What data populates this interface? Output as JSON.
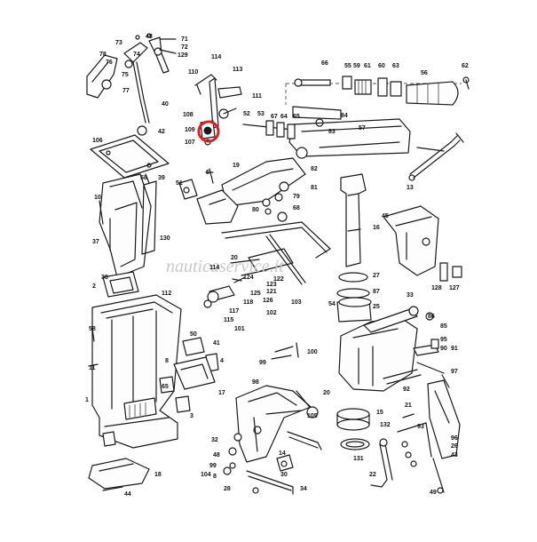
{
  "watermark": "nauticaservice.it",
  "highlight": {
    "part": "109",
    "color": "#e02020"
  },
  "labels": [
    "48",
    "71",
    "72",
    "129",
    "73",
    "78",
    "76",
    "75",
    "74",
    "77",
    "40",
    "42",
    "114",
    "113",
    "110",
    "111",
    "108",
    "52",
    "109",
    "107",
    "66",
    "55",
    "59",
    "61",
    "60",
    "63",
    "56",
    "62",
    "84",
    "83",
    "53",
    "67",
    "64",
    "65",
    "57",
    "106",
    "19",
    "82",
    "58",
    "51",
    "6",
    "39",
    "81",
    "80",
    "79",
    "68",
    "13",
    "37",
    "130",
    "45",
    "16",
    "20",
    "114",
    "122",
    "124",
    "125",
    "118",
    "117",
    "115",
    "123",
    "121",
    "126",
    "10",
    "2",
    "38",
    "112",
    "58",
    "50",
    "41",
    "4",
    "17",
    "101",
    "99",
    "102",
    "103",
    "100",
    "8",
    "65",
    "11",
    "3",
    "1",
    "18",
    "44",
    "27",
    "54",
    "33",
    "86",
    "85",
    "95",
    "91",
    "90",
    "92",
    "97",
    "128",
    "127",
    "87",
    "25",
    "20",
    "15",
    "131",
    "22",
    "132",
    "21",
    "93",
    "96",
    "26",
    "43",
    "49",
    "98",
    "105",
    "32",
    "104",
    "99",
    "48",
    "14",
    "30",
    "34",
    "28",
    "8"
  ]
}
